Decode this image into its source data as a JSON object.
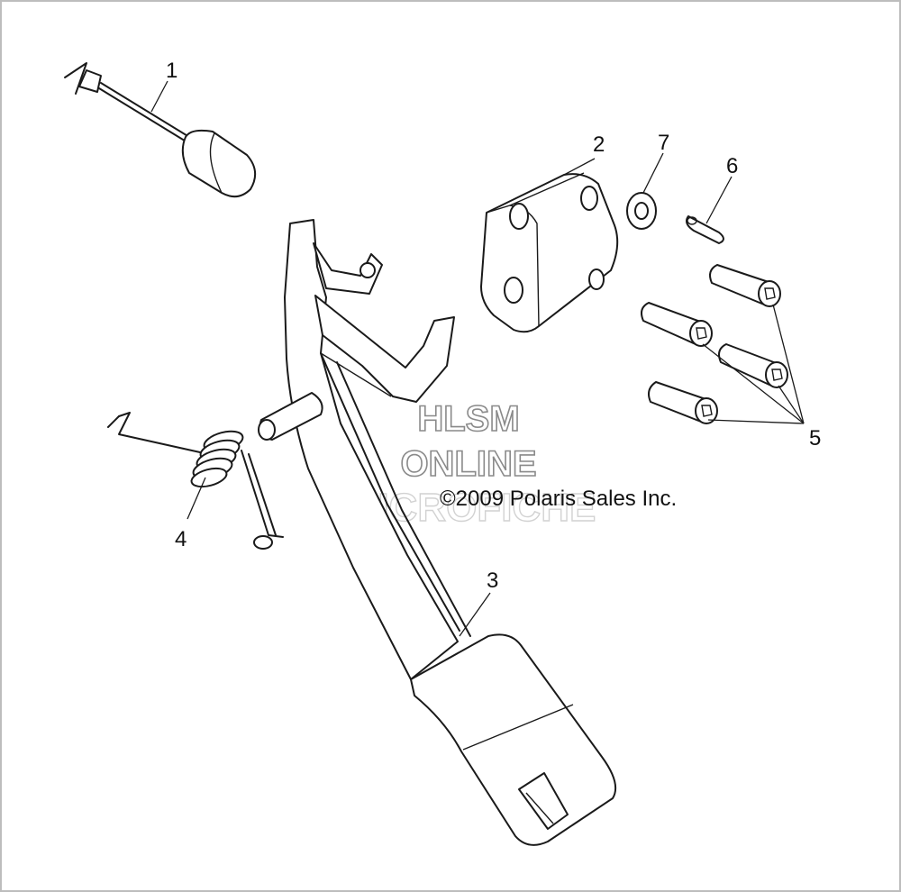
{
  "diagram": {
    "callouts": [
      "1",
      "2",
      "3",
      "4",
      "5",
      "6",
      "7"
    ],
    "watermark": {
      "line1": "HLSM",
      "line2": "ONLINE",
      "line3": "MICROFICHE"
    },
    "copyright": "©2009 Polaris Sales Inc."
  }
}
